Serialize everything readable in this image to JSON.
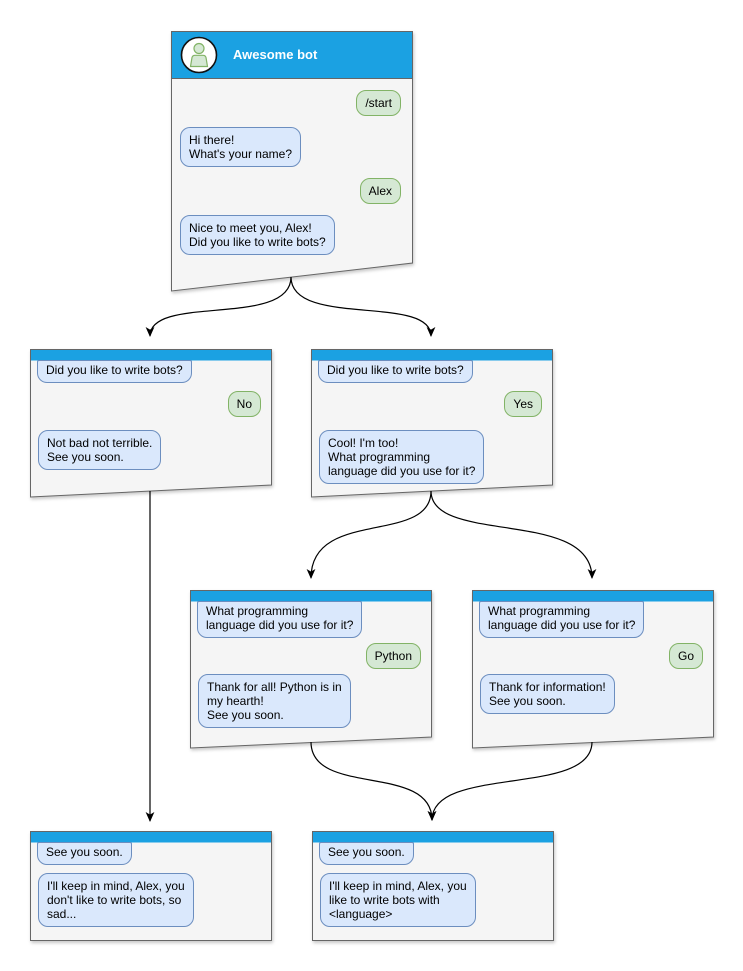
{
  "diagram": {
    "colors": {
      "accent_blue": "#1BA1E2",
      "card_fill": "#F5F5F5",
      "card_border": "#666666",
      "bot_bubble_fill": "#DAE8FC",
      "bot_bubble_border": "#6C8EBF",
      "user_bubble_fill": "#D5E8D4",
      "user_bubble_border": "#82B366"
    }
  },
  "cards": {
    "root": {
      "title": "Awesome bot",
      "avatar": "person-icon",
      "messages": [
        {
          "from": "user",
          "text": "/start"
        },
        {
          "from": "bot",
          "text": "Hi there!\nWhat's your name?"
        },
        {
          "from": "user",
          "text": "Alex"
        },
        {
          "from": "bot",
          "text": "Nice to meet you, Alex!\nDid you like to write bots?"
        }
      ]
    },
    "branch_no": {
      "messages": [
        {
          "from": "bot",
          "text": "Did you like to write bots?"
        },
        {
          "from": "user",
          "text": "No"
        },
        {
          "from": "bot",
          "text": "Not bad not terrible.\nSee you soon."
        }
      ]
    },
    "branch_yes": {
      "messages": [
        {
          "from": "bot",
          "text": "Did you like to write bots?"
        },
        {
          "from": "user",
          "text": "Yes"
        },
        {
          "from": "bot",
          "text": "Cool! I'm too!\nWhat programming\nlanguage did you use for it?"
        }
      ]
    },
    "branch_python": {
      "messages": [
        {
          "from": "bot",
          "text": "What programming\nlanguage did you use for it?"
        },
        {
          "from": "user",
          "text": "Python"
        },
        {
          "from": "bot",
          "text": "Thank for all! Python is in\nmy hearth!\nSee you soon."
        }
      ]
    },
    "branch_go": {
      "messages": [
        {
          "from": "bot",
          "text": "What programming\nlanguage did you use for it?"
        },
        {
          "from": "user",
          "text": "Go"
        },
        {
          "from": "bot",
          "text": "Thank for information!\nSee you soon."
        }
      ]
    },
    "end_no": {
      "messages": [
        {
          "from": "bot",
          "text": "See you soon."
        },
        {
          "from": "bot",
          "text": "I'll keep in mind, Alex, you\ndon't like to write bots, so\nsad..."
        }
      ]
    },
    "end_yes": {
      "messages": [
        {
          "from": "bot",
          "text": "See you soon."
        },
        {
          "from": "bot",
          "text": "I'll keep in mind, Alex, you\nlike to write bots with\n<language>"
        }
      ]
    }
  }
}
